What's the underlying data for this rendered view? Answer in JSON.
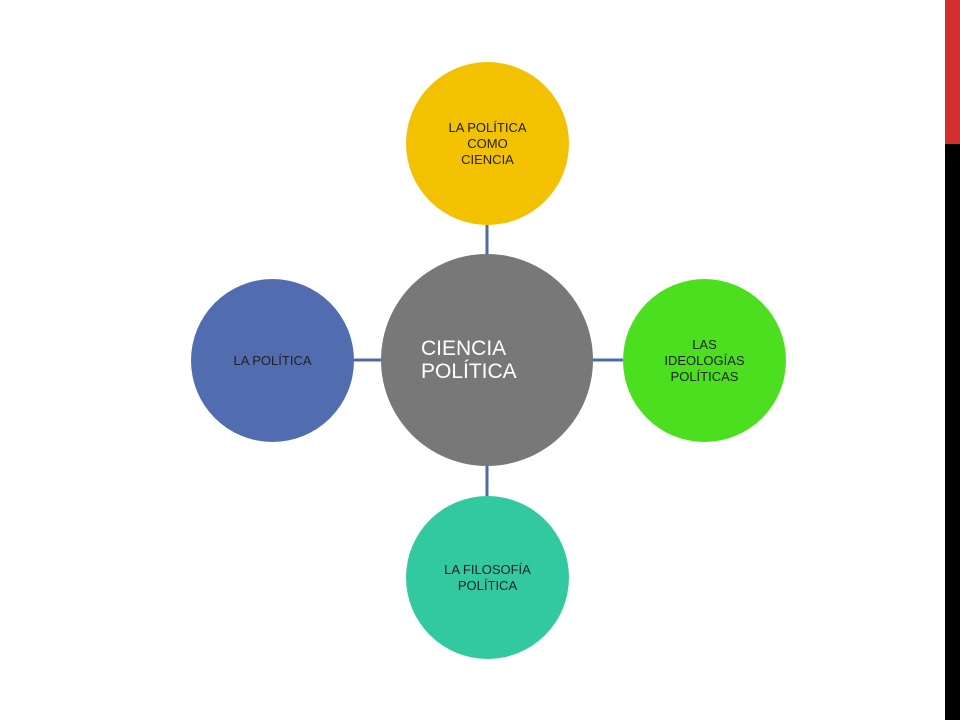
{
  "colors": {
    "accent_red": "#d32f2f",
    "accent_black": "#000000",
    "connector": "#4e6ba8"
  },
  "diagram": {
    "center": {
      "label": "CIENCIA POLÍTICA",
      "color": "#787878"
    },
    "top": {
      "label": "LA POLÍTICA COMO CIENCIA",
      "color": "#f2c200"
    },
    "right": {
      "label": "LAS IDEOLOGÍAS POLÍTICAS",
      "color": "#4cdf1f"
    },
    "bottom": {
      "label": "LA FILOSOFÍA POLÍTICA",
      "color": "#33c9a0"
    },
    "left": {
      "label": "LA POLÍTICA",
      "color": "#526cb0"
    }
  }
}
